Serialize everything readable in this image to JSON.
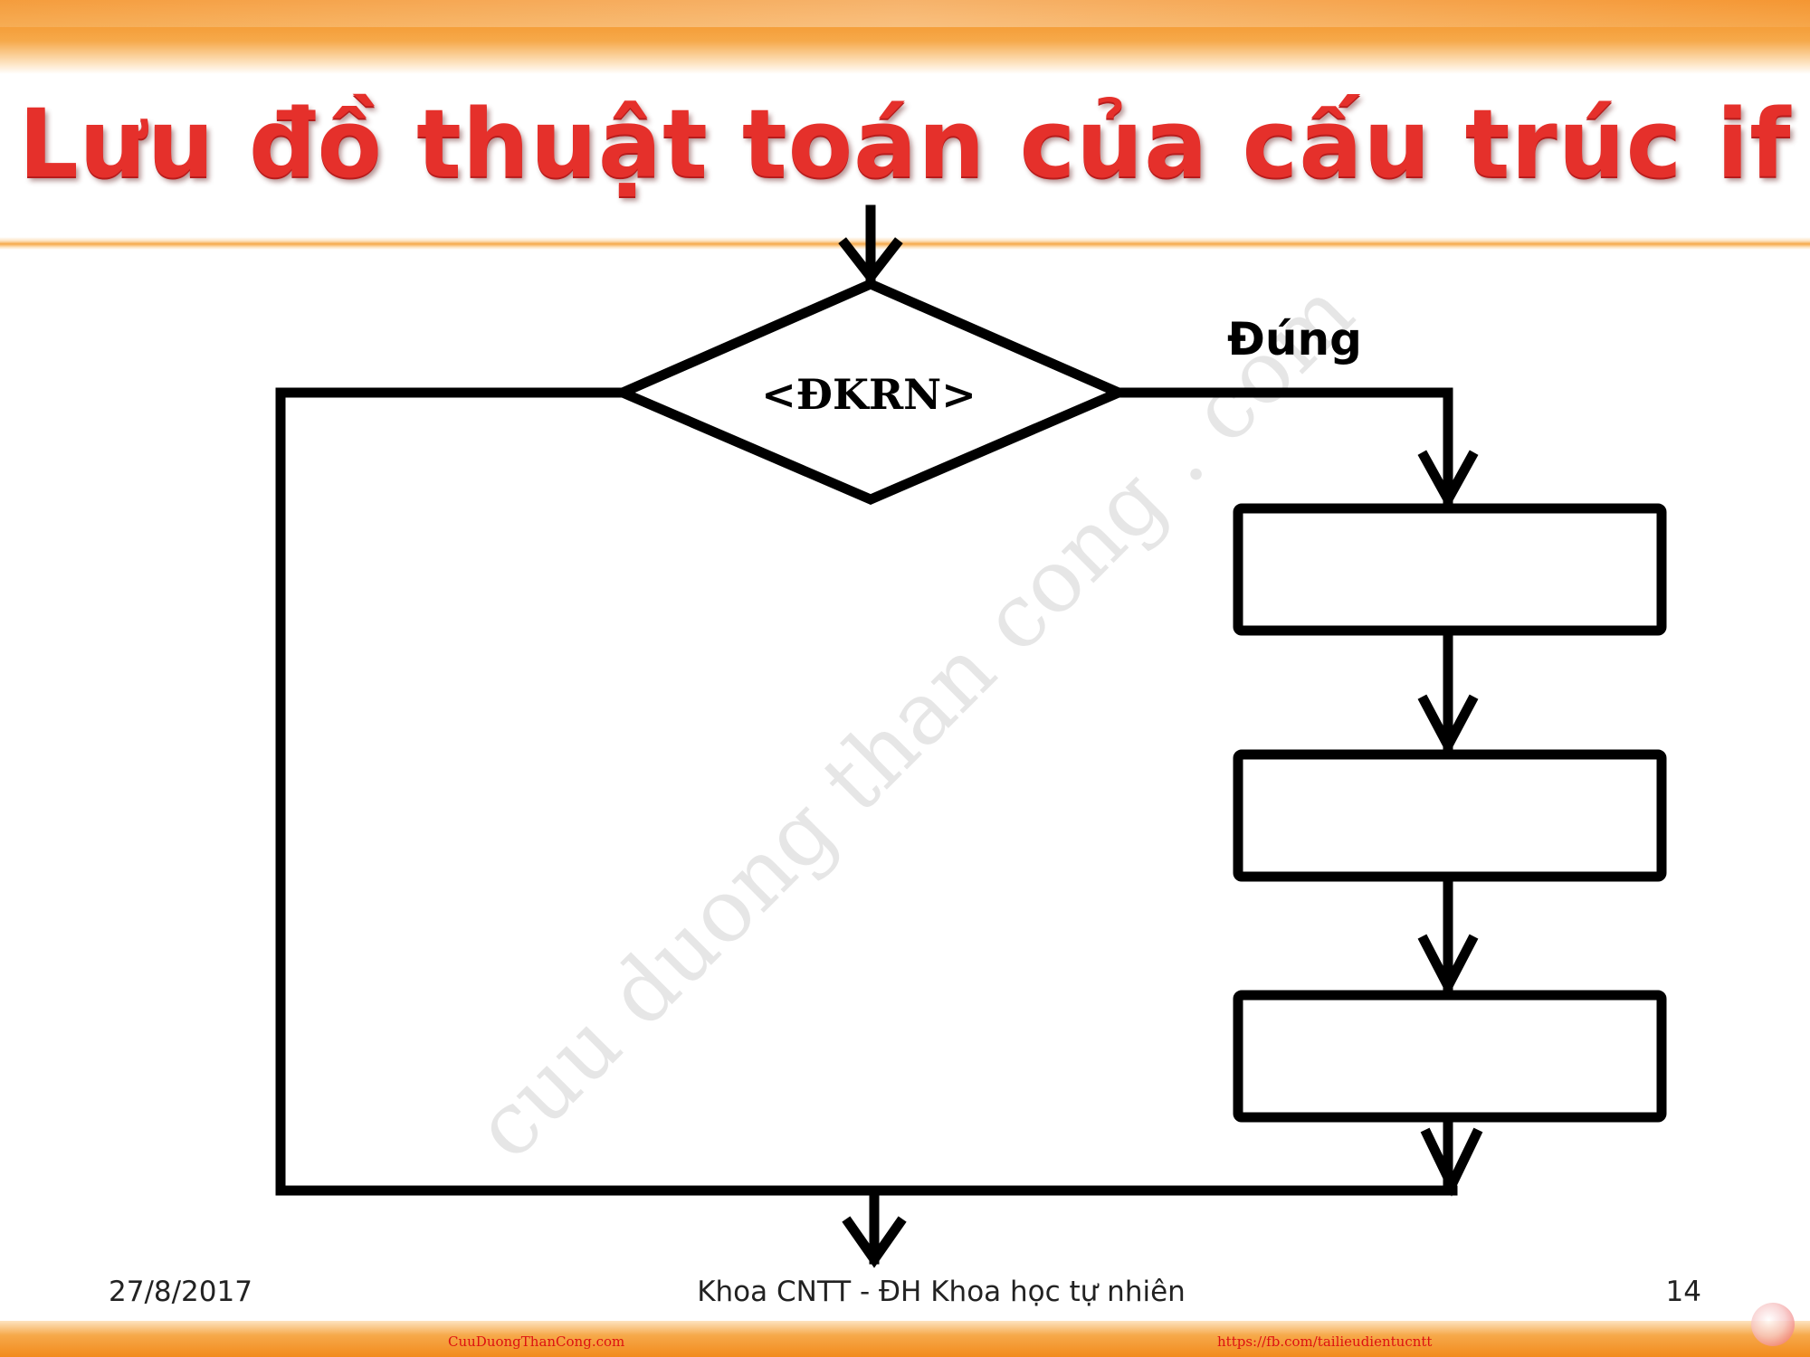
{
  "slide": {
    "title": "Lưu đồ thuật toán của cấu trúc if",
    "watermark": "cuu duong than cong . com"
  },
  "diagram": {
    "condition_label": "<ĐKRN>",
    "true_label": "Đúng",
    "statement_boxes": [
      "",
      "",
      ""
    ]
  },
  "footer": {
    "date": "27/8/2017",
    "center": "Khoa CNTT - ĐH Khoa học tự nhiên",
    "page": "14",
    "link_left": "CuuDuongThanCong.com",
    "link_right": "https://fb.com/tailieudientucntt"
  },
  "colors": {
    "title": "#e5302b",
    "accent_orange": "#f28a1c",
    "stroke": "#000000"
  }
}
